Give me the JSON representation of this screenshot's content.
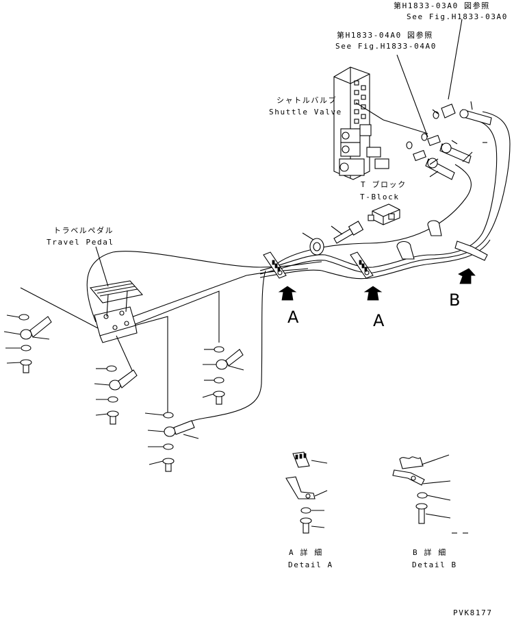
{
  "labels": {
    "ref1_jp": "第H1833-03A0 図参照",
    "ref1_en": "See Fig.H1833-03A0",
    "ref2_jp": "第H1833-04A0 図参照",
    "ref2_en": "See Fig.H1833-04A0",
    "shuttle_jp": "シャトルバルブ",
    "shuttle_en": "Shuttle Valve",
    "tblock_jp": "T ブロック",
    "tblock_en": "T-Block",
    "pedal_jp": "トラベルペダル",
    "pedal_en": "Travel Pedal",
    "view_a1": "A",
    "view_a2": "A",
    "view_b": "B",
    "detail_a_jp": "A 詳 細",
    "detail_a_en": "Detail A",
    "detail_b_jp": "B 詳 細",
    "detail_b_en": "Detail B",
    "drawing_code": "PVK8177"
  }
}
